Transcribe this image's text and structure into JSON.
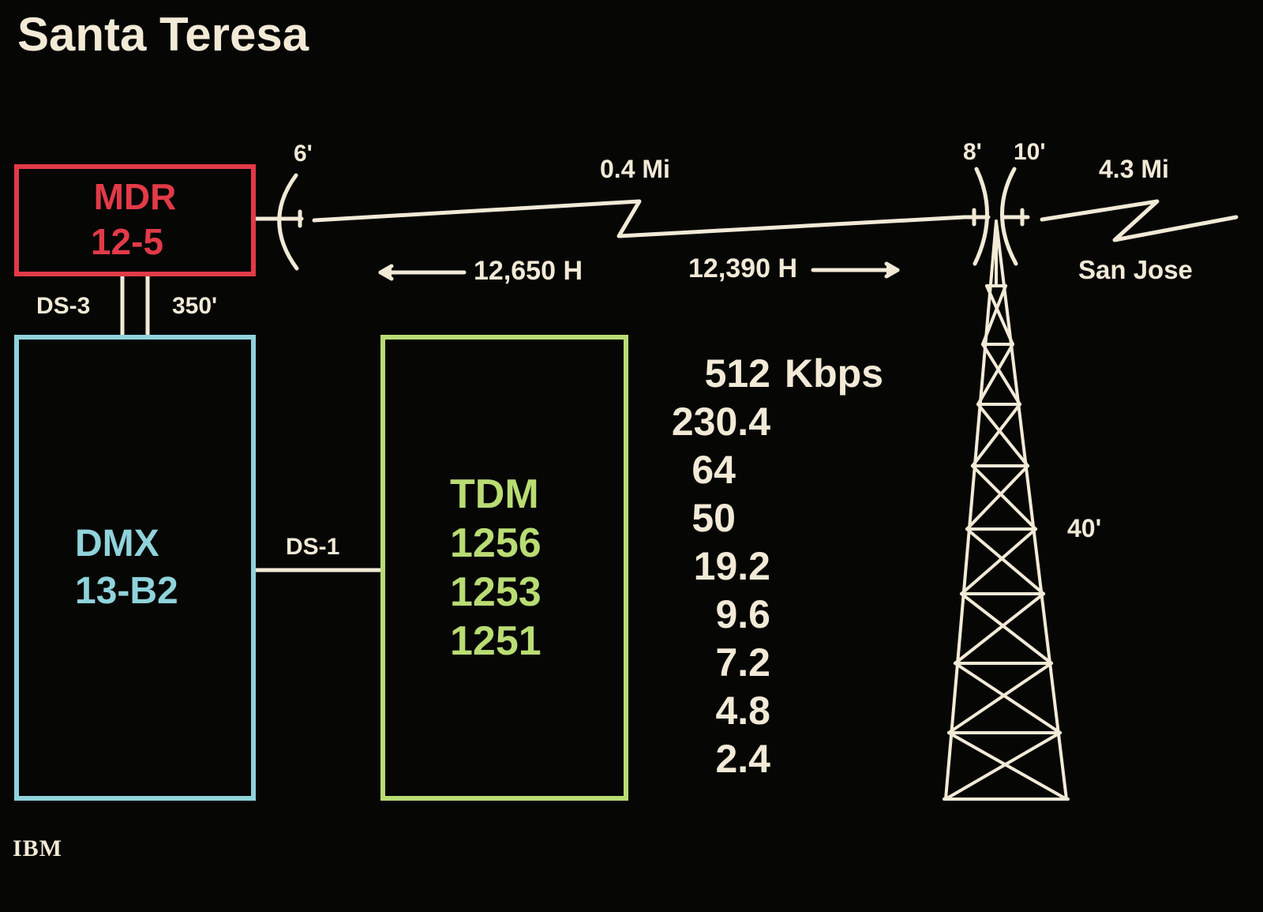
{
  "title": "Santa Teresa",
  "colors": {
    "background": "#060605",
    "line": "#f2ead6",
    "mdr": "#e23a48",
    "dmx": "#8fd3db",
    "tdm": "#b9dc73"
  },
  "mdr": {
    "line1": "MDR",
    "line2": "12-5"
  },
  "dmx": {
    "line1": "DMX",
    "line2": "13-B2"
  },
  "tdm": {
    "line1": "TDM",
    "models": [
      "1256",
      "1253",
      "1251"
    ]
  },
  "links": {
    "ds3": "DS-3",
    "ds3_length": "350'",
    "ds1": "DS-1",
    "dish_left": "6'",
    "dish_tower_left": "8'",
    "dish_tower_right": "10'",
    "distance_local": "0.4 Mi",
    "distance_remote": "4.3 Mi",
    "destination": "San Jose",
    "height_left": "12,650 H",
    "height_right": "12,390 H",
    "tower_height": "40'"
  },
  "rates": {
    "unit": "Kbps",
    "values": [
      "512",
      "230.4",
      "64",
      "50",
      "19.2",
      "9.6",
      "7.2",
      "4.8",
      "2.4"
    ]
  },
  "logo": "IBM"
}
